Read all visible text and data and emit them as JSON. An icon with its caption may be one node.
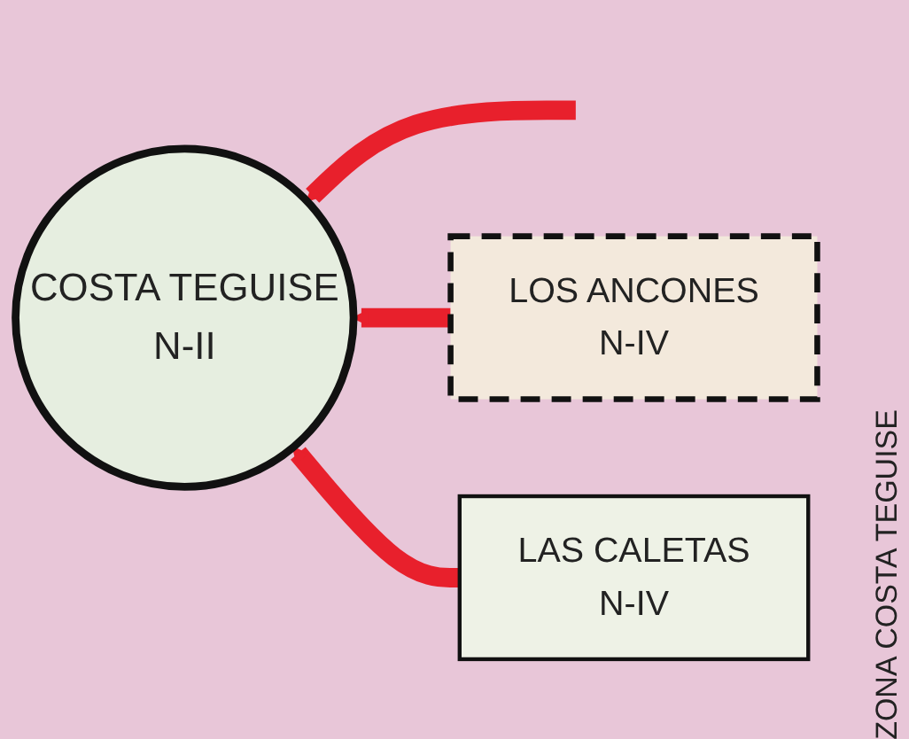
{
  "diagram": {
    "nodes": [
      {
        "text": [
          "COSTA TEGUISE",
          "N-II"
        ]
      },
      {
        "text": [
          "LOS ANCONES",
          "N-IV"
        ]
      },
      {
        "text": [
          "LAS CALETAS",
          "N-IV"
        ]
      }
    ],
    "edges": [
      {
        "from": null,
        "to": 0,
        "arrow": "to"
      },
      {
        "from": 1,
        "to": 0,
        "arrow": "to"
      },
      {
        "from": 2,
        "to": 0,
        "arrow": "to"
      }
    ],
    "labels": [
      "ZONA COSTA TEGUISE"
    ]
  }
}
